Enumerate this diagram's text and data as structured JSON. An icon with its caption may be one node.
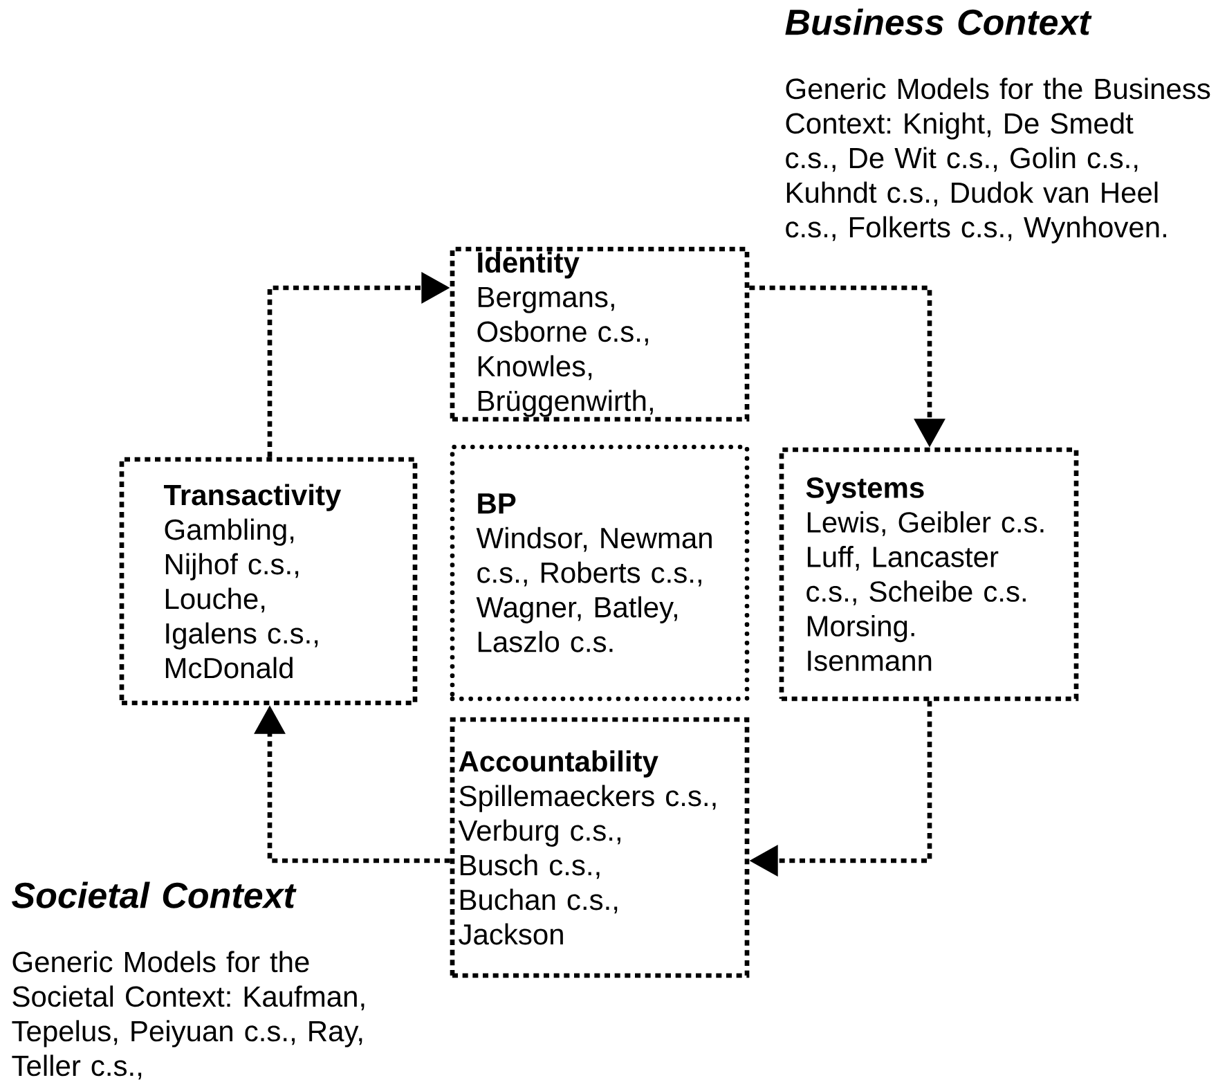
{
  "diagram": {
    "nodes": [
      {
        "text": [
          "Identity",
          "Bergmans, Osborne c.s., Knowles, Brüggenwirth,"
        ]
      },
      {
        "text": [
          "Transactivity",
          "Gambling, Nijhof c.s., Louche, Igalens c.s., McDonald"
        ]
      },
      {
        "text": [
          "BP",
          "Windsor, Newman c.s., Roberts c.s., Wagner, Batley, Laszlo c.s."
        ]
      },
      {
        "text": [
          "Systems",
          "Lewis, Geibler c.s. Luff, Lancaster c.s., Scheibe c.s. Morsing.",
          "Isenmann"
        ]
      },
      {
        "text": [
          "Accountability",
          "Spillemaeckers c.s.,",
          "Verburg c.s.,",
          "Busch c.s.,",
          "Buchan c.s.,",
          "Jackson"
        ]
      }
    ],
    "edges": [
      {
        "from": 1,
        "to": 0,
        "arrow": "to"
      },
      {
        "from": 0,
        "to": 3,
        "arrow": "to"
      },
      {
        "from": 3,
        "to": 4,
        "arrow": "to"
      },
      {
        "from": 4,
        "to": 1,
        "arrow": "to"
      }
    ],
    "labels": [
      "Business Context",
      "Generic Models for the Business Context: Knight, De Smedt c.s., De Wit c.s., Golin c.s., Kuhndt c.s., Dudok van Heel c.s., Folkerts c.s., Wynhoven.",
      "Societal Context",
      "Generic Models for the Societal Context: Kaufman, Tepelus, Peiyuan c.s., Ray, Teller c.s.,"
    ]
  }
}
